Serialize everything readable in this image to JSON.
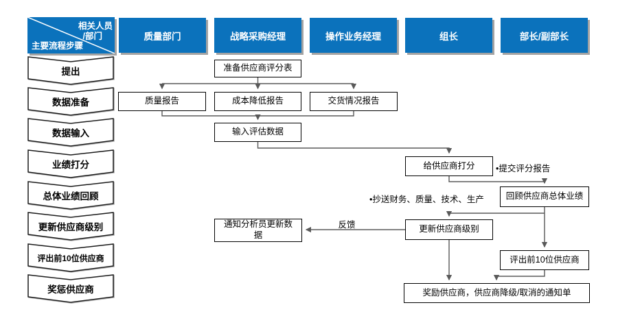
{
  "header": {
    "corner": {
      "line1": "相关人员",
      "line2": "/部门",
      "line3": "主要流程步骤"
    },
    "columns": [
      "质量部门",
      "战略采购经理",
      "操作业务经理",
      "组长",
      "部长/副部长"
    ]
  },
  "steps": [
    "提出",
    "数据准备",
    "数据输入",
    "业绩打分",
    "总体业绩回顾",
    "更新供应商级别",
    "评出前10位供应商",
    "奖惩供应商"
  ],
  "nodes": {
    "prepare_scorecard": "准备供应商评分表",
    "quality_report": "质量报告",
    "cost_reduction_report": "成本降低报告",
    "delivery_report": "交货情况报告",
    "input_eval_data": "输入评估数据",
    "score_suppliers": "给供应商打分",
    "review_overall_performance": "回顾供应商总体业绩",
    "update_supplier_level": "更新供应商级别",
    "notify_analyst_update": "通知分析员更新数据",
    "select_top10": "评出前10位供应商",
    "reward_notice": "奖励供应商，供应商降级/取消的通知单"
  },
  "annotations": {
    "submit_report": "•提交评分报告",
    "cc_departments": "•抄送财务、质量、技术、生产",
    "feedback": "反馈"
  },
  "colors": {
    "header_blue": "#0B72BC",
    "line_gray": "#595959"
  }
}
